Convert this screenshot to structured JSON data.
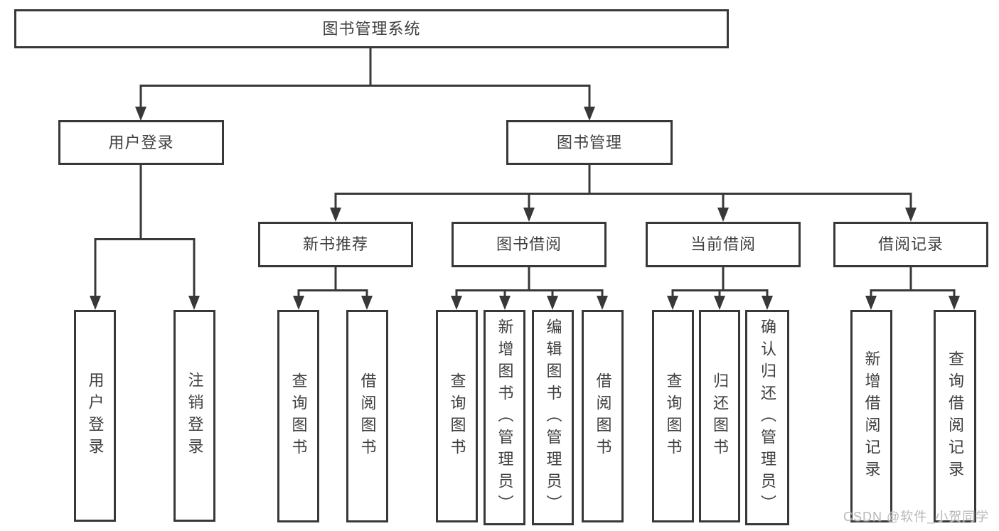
{
  "diagram": {
    "root": "图书管理系统",
    "branches": [
      {
        "label": "用户登录",
        "children": [
          "用户登录",
          "注销登录"
        ]
      },
      {
        "label": "图书管理",
        "groups": [
          {
            "label": "新书推荐",
            "children": [
              "查询图书",
              "借阅图书"
            ]
          },
          {
            "label": "图书借阅",
            "children": [
              "查询图书",
              "新增图书（管理员）",
              "编辑图书（管理员）",
              "借阅图书"
            ]
          },
          {
            "label": "当前借阅",
            "children": [
              "查询图书",
              "归还图书",
              "确认归还（管理员）"
            ]
          },
          {
            "label": "借阅记录",
            "children": [
              "新增借阅记录",
              "查询借阅记录"
            ]
          }
        ]
      }
    ]
  },
  "watermark": "CSDN @软件_小贺同学",
  "colors": {
    "stroke": "#383838",
    "text": "#3f3f3f",
    "box_fill": "#ffffff",
    "watermark": "#b8b8b8",
    "background": "#ffffff"
  }
}
